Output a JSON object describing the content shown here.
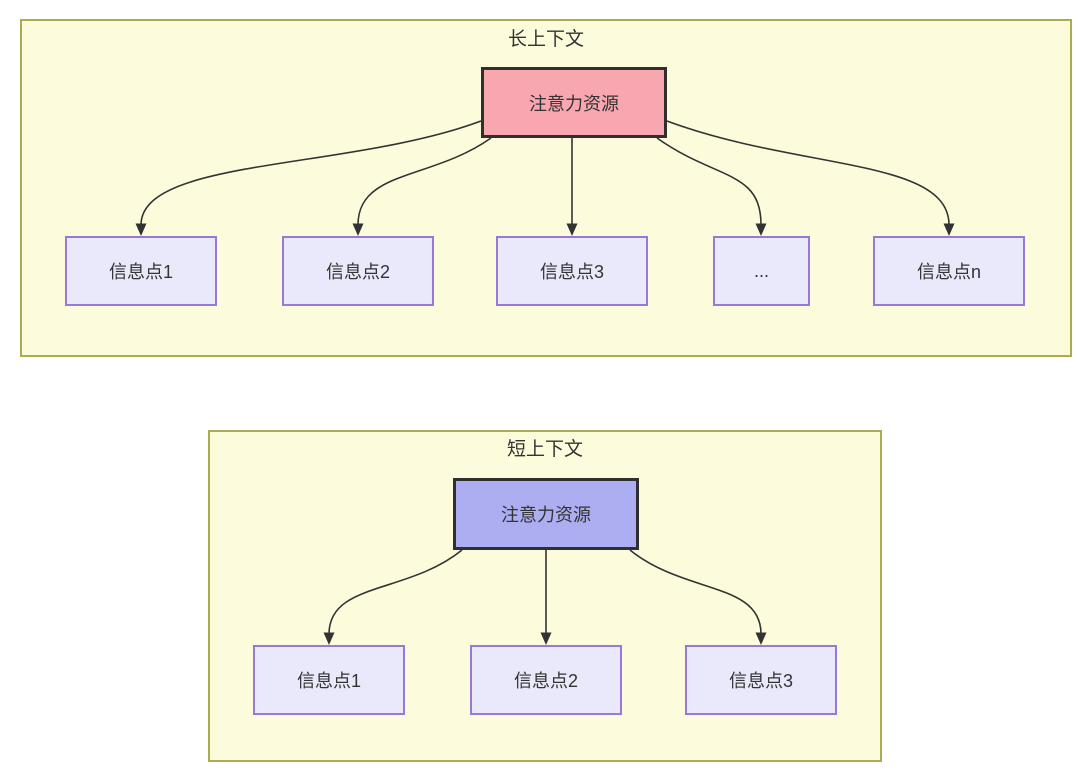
{
  "colors": {
    "frame_fill": "#fcfcdc",
    "frame_border": "#abab4f",
    "long_root_fill": "#f8a6b0",
    "short_root_fill": "#adaef1",
    "node_fill": "#e9e9fb",
    "node_border": "#9878d8",
    "root_border": "#2f2f2f",
    "edge": "#333333",
    "text": "#333333"
  },
  "long_context": {
    "title": "长上下文",
    "root_label": "注意力资源",
    "children": [
      {
        "label": "信息点1"
      },
      {
        "label": "信息点2"
      },
      {
        "label": "信息点3"
      },
      {
        "label": "..."
      },
      {
        "label": "信息点n"
      }
    ]
  },
  "short_context": {
    "title": "短上下文",
    "root_label": "注意力资源",
    "children": [
      {
        "label": "信息点1"
      },
      {
        "label": "信息点2"
      },
      {
        "label": "信息点3"
      }
    ]
  }
}
